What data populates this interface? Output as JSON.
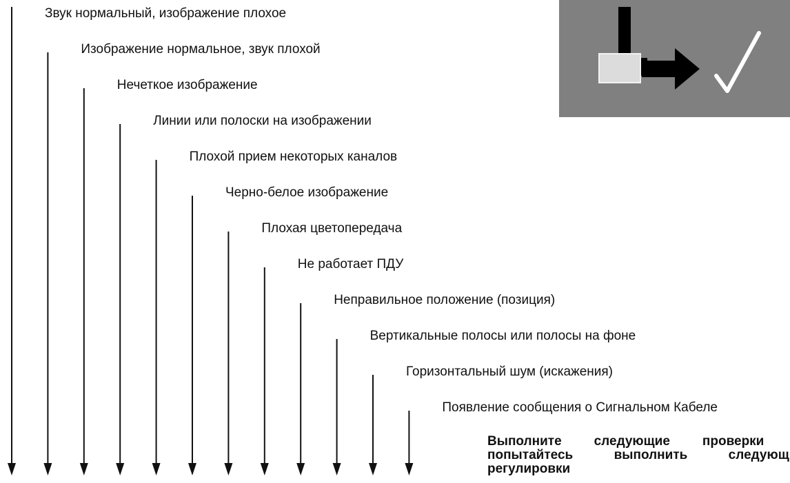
{
  "symptoms": [
    {
      "label": "Звук нормальный, изображение плохое"
    },
    {
      "label": "Изображение нормальное, звук плохой"
    },
    {
      "label": "Нечеткое изображение"
    },
    {
      "label": "Линии или полоски на изображении"
    },
    {
      "label": "Плохой прием некоторых каналов"
    },
    {
      "label": "Черно-белое изображение"
    },
    {
      "label": "Плохая цветопередача"
    },
    {
      "label": "Не работает ПДУ"
    },
    {
      "label": "Неправильное положение (позиция)"
    },
    {
      "label": "Вертикальные полосы или полосы на фоне"
    },
    {
      "label": "Горизонтальный шум (искажения)"
    },
    {
      "label": "Появление сообщения о Сигнальном Кабеле"
    }
  ],
  "instruction": {
    "line1": "Выполните следующие проверки и",
    "line2": "попытайтесь выполнить следующие",
    "line3": "регулировки"
  },
  "icon": {
    "name": "adjust-check-icon",
    "panel_color": "#808080",
    "bar_color": "#000000",
    "knob_color": "#dcdcdc",
    "check_color": "#ffffff"
  },
  "colors": {
    "line": "#111111",
    "text": "#111111",
    "background": "#ffffff"
  }
}
